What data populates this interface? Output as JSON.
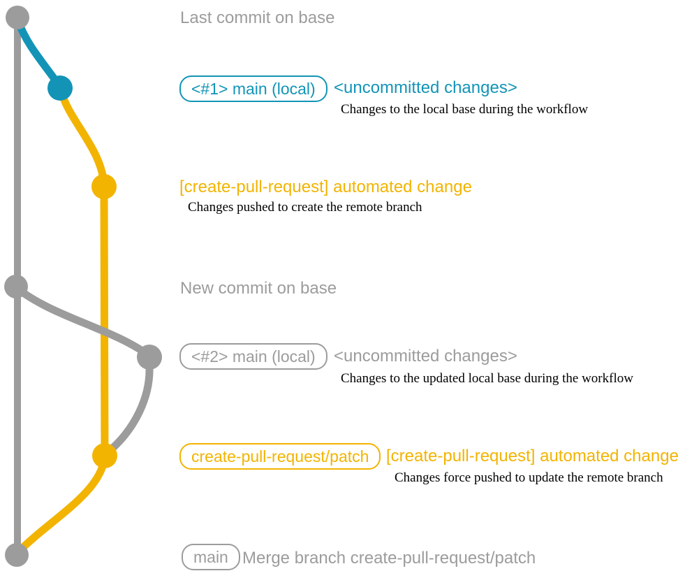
{
  "colors": {
    "gray": "#9c9c9c",
    "teal": "#1394b7",
    "yellow": "#f2b400",
    "desc_text": "#000000"
  },
  "graph": {
    "branches": [
      {
        "id": "base",
        "color": "gray"
      },
      {
        "id": "main-local",
        "color": "teal"
      },
      {
        "id": "create-pull-request-patch",
        "color": "yellow"
      }
    ],
    "nodes": [
      {
        "id": "base-last-commit",
        "color": "gray"
      },
      {
        "id": "main-local-commit-1",
        "color": "teal"
      },
      {
        "id": "patch-commit-1",
        "color": "yellow"
      },
      {
        "id": "base-new-commit",
        "color": "gray"
      },
      {
        "id": "main-local-commit-2",
        "color": "gray"
      },
      {
        "id": "patch-commit-2",
        "color": "yellow"
      },
      {
        "id": "base-merge-commit",
        "color": "gray"
      }
    ]
  },
  "annotations": {
    "row1": {
      "label": "Last commit on base"
    },
    "row2": {
      "badge": "<#1> main (local)",
      "title": "<uncommitted changes>",
      "desc": "Changes to the local base during the workflow"
    },
    "row3": {
      "title": "[create-pull-request] automated change",
      "desc": "Changes pushed to create the remote branch"
    },
    "row4": {
      "label": "New commit on base"
    },
    "row5": {
      "badge": "<#2> main (local)",
      "title": "<uncommitted changes>",
      "desc": "Changes to the updated local base during the workflow"
    },
    "row6": {
      "badge": "create-pull-request/patch",
      "title": "[create-pull-request] automated change",
      "desc": "Changes force pushed to update the remote branch"
    },
    "row7": {
      "badge": "main",
      "label": "Merge branch create-pull-request/patch"
    }
  }
}
